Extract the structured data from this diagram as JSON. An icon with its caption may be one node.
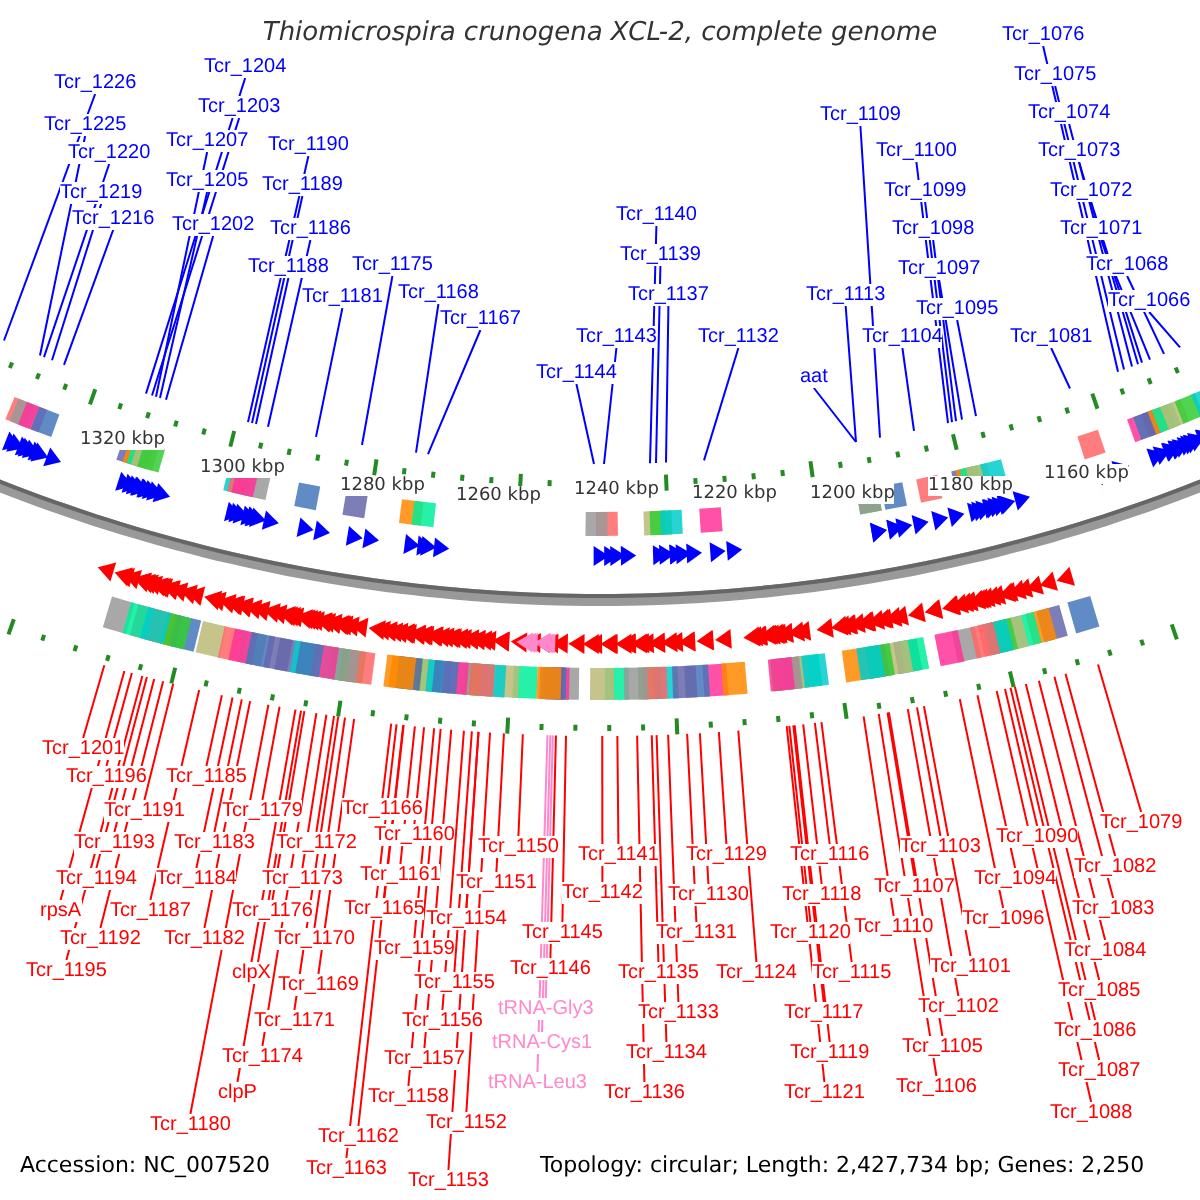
{
  "diagram": {
    "title": "Thiomicrospira crunogena XCL-2, complete genome",
    "nodes": [
      {
        "text": [
          "Tcr_1226"
        ]
      },
      {
        "text": [
          "Tcr_1225"
        ]
      },
      {
        "text": [
          "Tcr_1220"
        ]
      },
      {
        "text": [
          "Tcr_1219"
        ]
      },
      {
        "text": [
          "Tcr_1216"
        ]
      },
      {
        "text": [
          "Tcr_1204"
        ]
      },
      {
        "text": [
          "Tcr_1203"
        ]
      },
      {
        "text": [
          "Tcr_1207"
        ]
      },
      {
        "text": [
          "Tcr_1205"
        ]
      },
      {
        "text": [
          "Tcr_1202"
        ]
      },
      {
        "text": [
          "Tcr_1190"
        ]
      },
      {
        "text": [
          "Tcr_1189"
        ]
      },
      {
        "text": [
          "Tcr_1186"
        ]
      },
      {
        "text": [
          "Tcr_1188"
        ]
      },
      {
        "text": [
          "Tcr_1181"
        ]
      },
      {
        "text": [
          "Tcr_1175"
        ]
      },
      {
        "text": [
          "Tcr_1168"
        ]
      },
      {
        "text": [
          "Tcr_1167"
        ]
      },
      {
        "text": [
          "Tcr_1140"
        ]
      },
      {
        "text": [
          "Tcr_1139"
        ]
      },
      {
        "text": [
          "Tcr_1137"
        ]
      },
      {
        "text": [
          "Tcr_1143"
        ]
      },
      {
        "text": [
          "Tcr_1144"
        ]
      },
      {
        "text": [
          "Tcr_1132"
        ]
      },
      {
        "text": [
          "Tcr_1109"
        ]
      },
      {
        "text": [
          "Tcr_1100"
        ]
      },
      {
        "text": [
          "Tcr_1099"
        ]
      },
      {
        "text": [
          "Tcr_1098"
        ]
      },
      {
        "text": [
          "Tcr_1097"
        ]
      },
      {
        "text": [
          "Tcr_1113"
        ]
      },
      {
        "text": [
          "Tcr_1095"
        ]
      },
      {
        "text": [
          "Tcr_1104"
        ]
      },
      {
        "text": [
          "aat"
        ]
      },
      {
        "text": [
          "Tcr_1076"
        ]
      },
      {
        "text": [
          "Tcr_1075"
        ]
      },
      {
        "text": [
          "Tcr_1074"
        ]
      },
      {
        "text": [
          "Tcr_1073"
        ]
      },
      {
        "text": [
          "Tcr_1072"
        ]
      },
      {
        "text": [
          "Tcr_1071"
        ]
      },
      {
        "text": [
          "Tcr_1068"
        ]
      },
      {
        "text": [
          "Tcr_1066"
        ]
      },
      {
        "text": [
          "Tcr_1081"
        ]
      },
      {
        "text": [
          "Tcr_1201"
        ]
      },
      {
        "text": [
          "Tcr_1196"
        ]
      },
      {
        "text": [
          "Tcr_1191"
        ]
      },
      {
        "text": [
          "Tcr_1193"
        ]
      },
      {
        "text": [
          "Tcr_1194"
        ]
      },
      {
        "text": [
          "rpsA"
        ]
      },
      {
        "text": [
          "Tcr_1187"
        ]
      },
      {
        "text": [
          "Tcr_1192"
        ]
      },
      {
        "text": [
          "Tcr_1195"
        ]
      },
      {
        "text": [
          "Tcr_1185"
        ]
      },
      {
        "text": [
          "Tcr_1183"
        ]
      },
      {
        "text": [
          "Tcr_1184"
        ]
      },
      {
        "text": [
          "Tcr_1182"
        ]
      },
      {
        "text": [
          "Tcr_1179"
        ]
      },
      {
        "text": [
          "Tcr_1172"
        ]
      },
      {
        "text": [
          "Tcr_1173"
        ]
      },
      {
        "text": [
          "Tcr_1176"
        ]
      },
      {
        "text": [
          "Tcr_1170"
        ]
      },
      {
        "text": [
          "clpX"
        ]
      },
      {
        "text": [
          "Tcr_1169"
        ]
      },
      {
        "text": [
          "Tcr_1171"
        ]
      },
      {
        "text": [
          "Tcr_1174"
        ]
      },
      {
        "text": [
          "clpP"
        ]
      },
      {
        "text": [
          "Tcr_1180"
        ]
      },
      {
        "text": [
          "Tcr_1166"
        ]
      },
      {
        "text": [
          "Tcr_1160"
        ]
      },
      {
        "text": [
          "Tcr_1161"
        ]
      },
      {
        "text": [
          "Tcr_1165"
        ]
      },
      {
        "text": [
          "Tcr_1159"
        ]
      },
      {
        "text": [
          "Tcr_1155"
        ]
      },
      {
        "text": [
          "Tcr_1156"
        ]
      },
      {
        "text": [
          "Tcr_1157"
        ]
      },
      {
        "text": [
          "Tcr_1158"
        ]
      },
      {
        "text": [
          "Tcr_1162"
        ]
      },
      {
        "text": [
          "Tcr_1163"
        ]
      },
      {
        "text": [
          "Tcr_1150"
        ]
      },
      {
        "text": [
          "Tcr_1151"
        ]
      },
      {
        "text": [
          "Tcr_1154"
        ]
      },
      {
        "text": [
          "Tcr_1152"
        ]
      },
      {
        "text": [
          "Tcr_1153"
        ]
      },
      {
        "text": [
          "Tcr_1145"
        ]
      },
      {
        "text": [
          "Tcr_1146"
        ]
      },
      {
        "text": [
          "tRNA-Gly3"
        ]
      },
      {
        "text": [
          "tRNA-Cys1"
        ]
      },
      {
        "text": [
          "tRNA-Leu3"
        ]
      },
      {
        "text": [
          "Tcr_1141"
        ]
      },
      {
        "text": [
          "Tcr_1142"
        ]
      },
      {
        "text": [
          "Tcr_1135"
        ]
      },
      {
        "text": [
          "Tcr_1133"
        ]
      },
      {
        "text": [
          "Tcr_1134"
        ]
      },
      {
        "text": [
          "Tcr_1136"
        ]
      },
      {
        "text": [
          "Tcr_1129"
        ]
      },
      {
        "text": [
          "Tcr_1130"
        ]
      },
      {
        "text": [
          "Tcr_1131"
        ]
      },
      {
        "text": [
          "Tcr_1124"
        ]
      },
      {
        "text": [
          "Tcr_1116"
        ]
      },
      {
        "text": [
          "Tcr_1118"
        ]
      },
      {
        "text": [
          "Tcr_1120"
        ]
      },
      {
        "text": [
          "Tcr_1115"
        ]
      },
      {
        "text": [
          "Tcr_1117"
        ]
      },
      {
        "text": [
          "Tcr_1119"
        ]
      },
      {
        "text": [
          "Tcr_1121"
        ]
      },
      {
        "text": [
          "Tcr_1103"
        ]
      },
      {
        "text": [
          "Tcr_1107"
        ]
      },
      {
        "text": [
          "Tcr_1110"
        ]
      },
      {
        "text": [
          "Tcr_1101"
        ]
      },
      {
        "text": [
          "Tcr_1102"
        ]
      },
      {
        "text": [
          "Tcr_1105"
        ]
      },
      {
        "text": [
          "Tcr_1106"
        ]
      },
      {
        "text": [
          "Tcr_1090"
        ]
      },
      {
        "text": [
          "Tcr_1094"
        ]
      },
      {
        "text": [
          "Tcr_1096"
        ]
      },
      {
        "text": [
          "Tcr_1079"
        ]
      },
      {
        "text": [
          "Tcr_1082"
        ]
      },
      {
        "text": [
          "Tcr_1083"
        ]
      },
      {
        "text": [
          "Tcr_1084"
        ]
      },
      {
        "text": [
          "Tcr_1085"
        ]
      },
      {
        "text": [
          "Tcr_1086"
        ]
      },
      {
        "text": [
          "Tcr_1087"
        ]
      },
      {
        "text": [
          "Tcr_1088"
        ]
      }
    ],
    "edges": [
      {
        "from": 0,
        "to": null,
        "arrow": "none",
        "color": "#0000ff"
      },
      {
        "from": 1,
        "to": null,
        "arrow": "none",
        "color": "#0000ff"
      },
      {
        "from": 2,
        "to": null,
        "arrow": "none",
        "color": "#0000ff"
      },
      {
        "from": 3,
        "to": null,
        "arrow": "none",
        "color": "#0000ff"
      },
      {
        "from": 4,
        "to": null,
        "arrow": "none",
        "color": "#0000ff"
      },
      {
        "from": 5,
        "to": null,
        "arrow": "none",
        "color": "#0000ff"
      },
      {
        "from": 6,
        "to": null,
        "arrow": "none",
        "color": "#0000ff"
      },
      {
        "from": 7,
        "to": null,
        "arrow": "none",
        "color": "#0000ff"
      },
      {
        "from": 8,
        "to": null,
        "arrow": "none",
        "color": "#0000ff"
      },
      {
        "from": 9,
        "to": null,
        "arrow": "none",
        "color": "#0000ff"
      },
      {
        "from": 10,
        "to": null,
        "arrow": "none",
        "color": "#0000ff"
      },
      {
        "from": 11,
        "to": null,
        "arrow": "none",
        "color": "#0000ff"
      },
      {
        "from": 12,
        "to": null,
        "arrow": "none",
        "color": "#0000ff"
      },
      {
        "from": 13,
        "to": null,
        "arrow": "none",
        "color": "#0000ff"
      },
      {
        "from": 14,
        "to": null,
        "arrow": "none",
        "color": "#0000ff"
      },
      {
        "from": 15,
        "to": null,
        "arrow": "none",
        "color": "#0000ff"
      },
      {
        "from": 16,
        "to": null,
        "arrow": "none",
        "color": "#0000ff"
      },
      {
        "from": 17,
        "to": null,
        "arrow": "none",
        "color": "#0000ff"
      },
      {
        "from": 18,
        "to": null,
        "arrow": "none",
        "color": "#0000ff"
      },
      {
        "from": 19,
        "to": null,
        "arrow": "none",
        "color": "#0000ff"
      },
      {
        "from": 20,
        "to": null,
        "arrow": "none",
        "color": "#0000ff"
      },
      {
        "from": 21,
        "to": null,
        "arrow": "none",
        "color": "#0000ff"
      },
      {
        "from": 22,
        "to": null,
        "arrow": "none",
        "color": "#0000ff"
      },
      {
        "from": 23,
        "to": null,
        "arrow": "none",
        "color": "#0000ff"
      },
      {
        "from": 24,
        "to": null,
        "arrow": "none",
        "color": "#0000ff"
      },
      {
        "from": 25,
        "to": null,
        "arrow": "none",
        "color": "#0000ff"
      },
      {
        "from": 26,
        "to": null,
        "arrow": "none",
        "color": "#0000ff"
      },
      {
        "from": 27,
        "to": null,
        "arrow": "none",
        "color": "#0000ff"
      },
      {
        "from": 28,
        "to": null,
        "arrow": "none",
        "color": "#0000ff"
      },
      {
        "from": 29,
        "to": null,
        "arrow": "none",
        "color": "#0000ff"
      },
      {
        "from": 30,
        "to": null,
        "arrow": "none",
        "color": "#0000ff"
      },
      {
        "from": 31,
        "to": null,
        "arrow": "none",
        "color": "#0000ff"
      },
      {
        "from": 32,
        "to": null,
        "arrow": "none",
        "color": "#0000ff"
      },
      {
        "from": 33,
        "to": null,
        "arrow": "none",
        "color": "#0000ff"
      },
      {
        "from": 34,
        "to": null,
        "arrow": "none",
        "color": "#0000ff"
      },
      {
        "from": 35,
        "to": null,
        "arrow": "none",
        "color": "#0000ff"
      },
      {
        "from": 36,
        "to": null,
        "arrow": "none",
        "color": "#0000ff"
      },
      {
        "from": 37,
        "to": null,
        "arrow": "none",
        "color": "#0000ff"
      },
      {
        "from": 38,
        "to": null,
        "arrow": "none",
        "color": "#0000ff"
      },
      {
        "from": 39,
        "to": null,
        "arrow": "none",
        "color": "#0000ff"
      },
      {
        "from": 40,
        "to": null,
        "arrow": "none",
        "color": "#0000ff"
      },
      {
        "from": 41,
        "to": null,
        "arrow": "none",
        "color": "#0000ff"
      },
      {
        "from": 42,
        "to": null,
        "arrow": "none"
      },
      {
        "from": 43,
        "to": null,
        "arrow": "none"
      },
      {
        "from": 44,
        "to": null,
        "arrow": "none"
      },
      {
        "from": 45,
        "to": null,
        "arrow": "none"
      },
      {
        "from": 46,
        "to": null,
        "arrow": "none"
      },
      {
        "from": 47,
        "to": null,
        "arrow": "none"
      },
      {
        "from": 48,
        "to": null,
        "arrow": "none"
      },
      {
        "from": 49,
        "to": null,
        "arrow": "none"
      },
      {
        "from": 50,
        "to": null,
        "arrow": "none"
      },
      {
        "from": 51,
        "to": null,
        "arrow": "none"
      },
      {
        "from": 52,
        "to": null,
        "arrow": "none"
      },
      {
        "from": 53,
        "to": null,
        "arrow": "none"
      },
      {
        "from": 54,
        "to": null,
        "arrow": "none"
      },
      {
        "from": 55,
        "to": null,
        "arrow": "none"
      },
      {
        "from": 56,
        "to": null,
        "arrow": "none"
      },
      {
        "from": 57,
        "to": null,
        "arrow": "none"
      },
      {
        "from": 58,
        "to": null,
        "arrow": "none"
      },
      {
        "from": 59,
        "to": null,
        "arrow": "none"
      },
      {
        "from": 60,
        "to": null,
        "arrow": "none"
      },
      {
        "from": 61,
        "to": null,
        "arrow": "none"
      },
      {
        "from": 62,
        "to": null,
        "arrow": "none"
      },
      {
        "from": 63,
        "to": null,
        "arrow": "none"
      },
      {
        "from": 64,
        "to": null,
        "arrow": "none"
      },
      {
        "from": 65,
        "to": null,
        "arrow": "none"
      },
      {
        "from": 66,
        "to": null,
        "arrow": "none"
      },
      {
        "from": 67,
        "to": null,
        "arrow": "none"
      },
      {
        "from": 68,
        "to": null,
        "arrow": "none"
      },
      {
        "from": 69,
        "to": null,
        "arrow": "none"
      },
      {
        "from": 70,
        "to": null,
        "arrow": "none"
      },
      {
        "from": 71,
        "to": null,
        "arrow": "none"
      },
      {
        "from": 72,
        "to": null,
        "arrow": "none"
      },
      {
        "from": 73,
        "to": null,
        "arrow": "none"
      },
      {
        "from": 74,
        "to": null,
        "arrow": "none"
      },
      {
        "from": 75,
        "to": null,
        "arrow": "none"
      },
      {
        "from": 76,
        "to": null,
        "arrow": "none"
      },
      {
        "from": 77,
        "to": null,
        "arrow": "none"
      },
      {
        "from": 78,
        "to": null,
        "arrow": "none"
      },
      {
        "from": 79,
        "to": null,
        "arrow": "none"
      },
      {
        "from": 80,
        "to": null,
        "arrow": "none"
      },
      {
        "from": 81,
        "to": null,
        "arrow": "none"
      },
      {
        "from": 82,
        "to": null,
        "arrow": "none"
      },
      {
        "from": 83,
        "to": null,
        "arrow": "none"
      },
      {
        "from": 84,
        "to": null,
        "arrow": "none",
        "color": "#ff88cc"
      },
      {
        "from": 85,
        "to": null,
        "arrow": "none",
        "color": "#ff88cc"
      },
      {
        "from": 86,
        "to": null,
        "arrow": "none",
        "color": "#ff88cc"
      },
      {
        "from": 87,
        "to": null,
        "arrow": "none"
      },
      {
        "from": 88,
        "to": null,
        "arrow": "none"
      },
      {
        "from": 89,
        "to": null,
        "arrow": "none"
      },
      {
        "from": 90,
        "to": null,
        "arrow": "none"
      },
      {
        "from": 91,
        "to": null,
        "arrow": "none"
      },
      {
        "from": 92,
        "to": null,
        "arrow": "none"
      },
      {
        "from": 93,
        "to": null,
        "arrow": "none"
      },
      {
        "from": 94,
        "to": null,
        "arrow": "none"
      },
      {
        "from": 95,
        "to": null,
        "arrow": "none"
      },
      {
        "from": 96,
        "to": null,
        "arrow": "none"
      },
      {
        "from": 97,
        "to": null,
        "arrow": "none"
      },
      {
        "from": 98,
        "to": null,
        "arrow": "none"
      },
      {
        "from": 99,
        "to": null,
        "arrow": "none"
      },
      {
        "from": 100,
        "to": null,
        "arrow": "none"
      },
      {
        "from": 101,
        "to": null,
        "arrow": "none"
      },
      {
        "from": 102,
        "to": null,
        "arrow": "none"
      },
      {
        "from": 103,
        "to": null,
        "arrow": "none"
      },
      {
        "from": 104,
        "to": null,
        "arrow": "none"
      },
      {
        "from": 105,
        "to": null,
        "arrow": "none"
      },
      {
        "from": 106,
        "to": null,
        "arrow": "none"
      },
      {
        "from": 107,
        "to": null,
        "arrow": "none"
      },
      {
        "from": 108,
        "to": null,
        "arrow": "none"
      },
      {
        "from": 109,
        "to": null,
        "arrow": "none"
      },
      {
        "from": 110,
        "to": null,
        "arrow": "none"
      },
      {
        "from": 111,
        "to": null,
        "arrow": "none"
      },
      {
        "from": 112,
        "to": null,
        "arrow": "none"
      },
      {
        "from": 113,
        "to": null,
        "arrow": "none"
      },
      {
        "from": 114,
        "to": null,
        "arrow": "none"
      },
      {
        "from": 115,
        "to": null,
        "arrow": "none"
      },
      {
        "from": 116,
        "to": null,
        "arrow": "none"
      },
      {
        "from": 117,
        "to": null,
        "arrow": "none"
      },
      {
        "from": 118,
        "to": null,
        "arrow": "none"
      },
      {
        "from": 119,
        "to": null,
        "arrow": "none"
      },
      {
        "from": 120,
        "to": null,
        "arrow": "none"
      },
      {
        "from": 121,
        "to": null,
        "arrow": "none"
      }
    ],
    "labels": [
      "1320 kbp",
      "1300 kbp",
      "1280 kbp",
      "1260 kbp",
      "1240 kbp",
      "1220 kbp",
      "1200 kbp",
      "1180 kbp",
      "1160 kbp",
      "Accession: NC_007520",
      "Topology: circular; Length: 2,427,734 bp; Genes: 2,250"
    ]
  }
}
